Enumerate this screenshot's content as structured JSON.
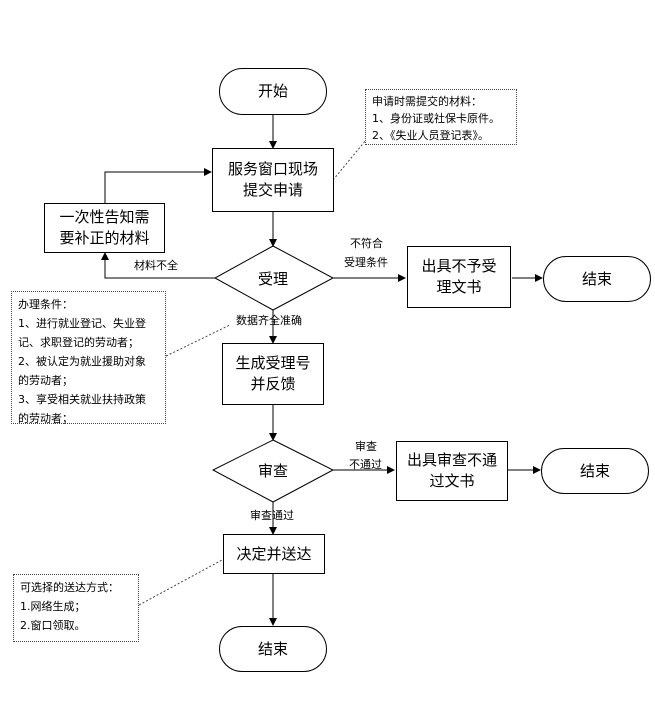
{
  "nodes": {
    "start": "开始",
    "submit": [
      "服务窗口现场",
      "提交申请"
    ],
    "supplement": [
      "一次性告知需",
      "要补正的材料"
    ],
    "accept": "受理",
    "reject": [
      "出具不予受",
      "理文书"
    ],
    "end1": "结束",
    "generate": [
      "生成受理号",
      "并反馈"
    ],
    "review": "审查",
    "fail_doc": [
      "出具审查不通",
      "过文书"
    ],
    "end2": "结束",
    "deliver": "决定并送达",
    "end3": "结束"
  },
  "edge_labels": {
    "incomplete": "材料不全",
    "not_meet": [
      "不符合",
      "受理条件"
    ],
    "complete": "数据齐全准确",
    "review_fail": [
      "审查",
      "不通过"
    ],
    "review_pass": "审查通过"
  },
  "notes": {
    "materials": {
      "title": "申请时需提交的材料：",
      "items": [
        "1、身份证或社保卡原件。",
        "2、《失业人员登记表》。"
      ]
    },
    "conditions": {
      "title": "办理条件：",
      "items": [
        "1、进行就业登记、失业登",
        "记、求职登记的劳动者；",
        "2、被认定为就业援助对象",
        "的劳动者；",
        "3、享受相关就业扶持政策",
        "的劳动者；"
      ]
    },
    "delivery": {
      "title": "可选择的送达方式：",
      "items": [
        "1.网络生成；",
        "2.窗口领取。"
      ]
    }
  }
}
